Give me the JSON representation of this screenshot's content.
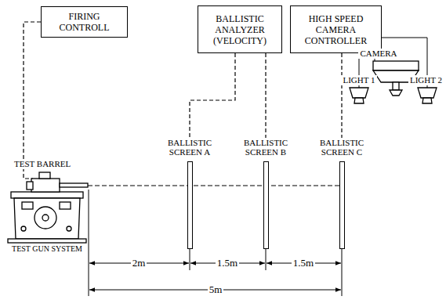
{
  "diagram": {
    "nodes": [
      {
        "text": [
          "FIRING CONTROLL"
        ]
      },
      {
        "text": [
          "BALLISTIC ANALYZER (VELOCITY)"
        ]
      },
      {
        "text": [
          "HIGH SPEED CAMERA CONTROLLER"
        ]
      },
      {
        "text": [
          "BALLISTIC SCREEN A"
        ]
      },
      {
        "text": [
          "BALLISTIC SCREEN B"
        ]
      },
      {
        "text": [
          "BALLISTIC SCREEN C"
        ]
      }
    ],
    "edges": [
      {
        "from": 1,
        "to": 3,
        "arrow": "none"
      },
      {
        "from": 1,
        "to": 4,
        "arrow": "none"
      },
      {
        "from": 2,
        "to": 5,
        "arrow": "none"
      }
    ],
    "labels": [
      "CAMERA",
      "LIGHT 1",
      "LIGHT 2",
      "TEST BARREL",
      "TEST GUN SYSTEM",
      "2m",
      "1.5m",
      "1.5m",
      "5m"
    ]
  }
}
